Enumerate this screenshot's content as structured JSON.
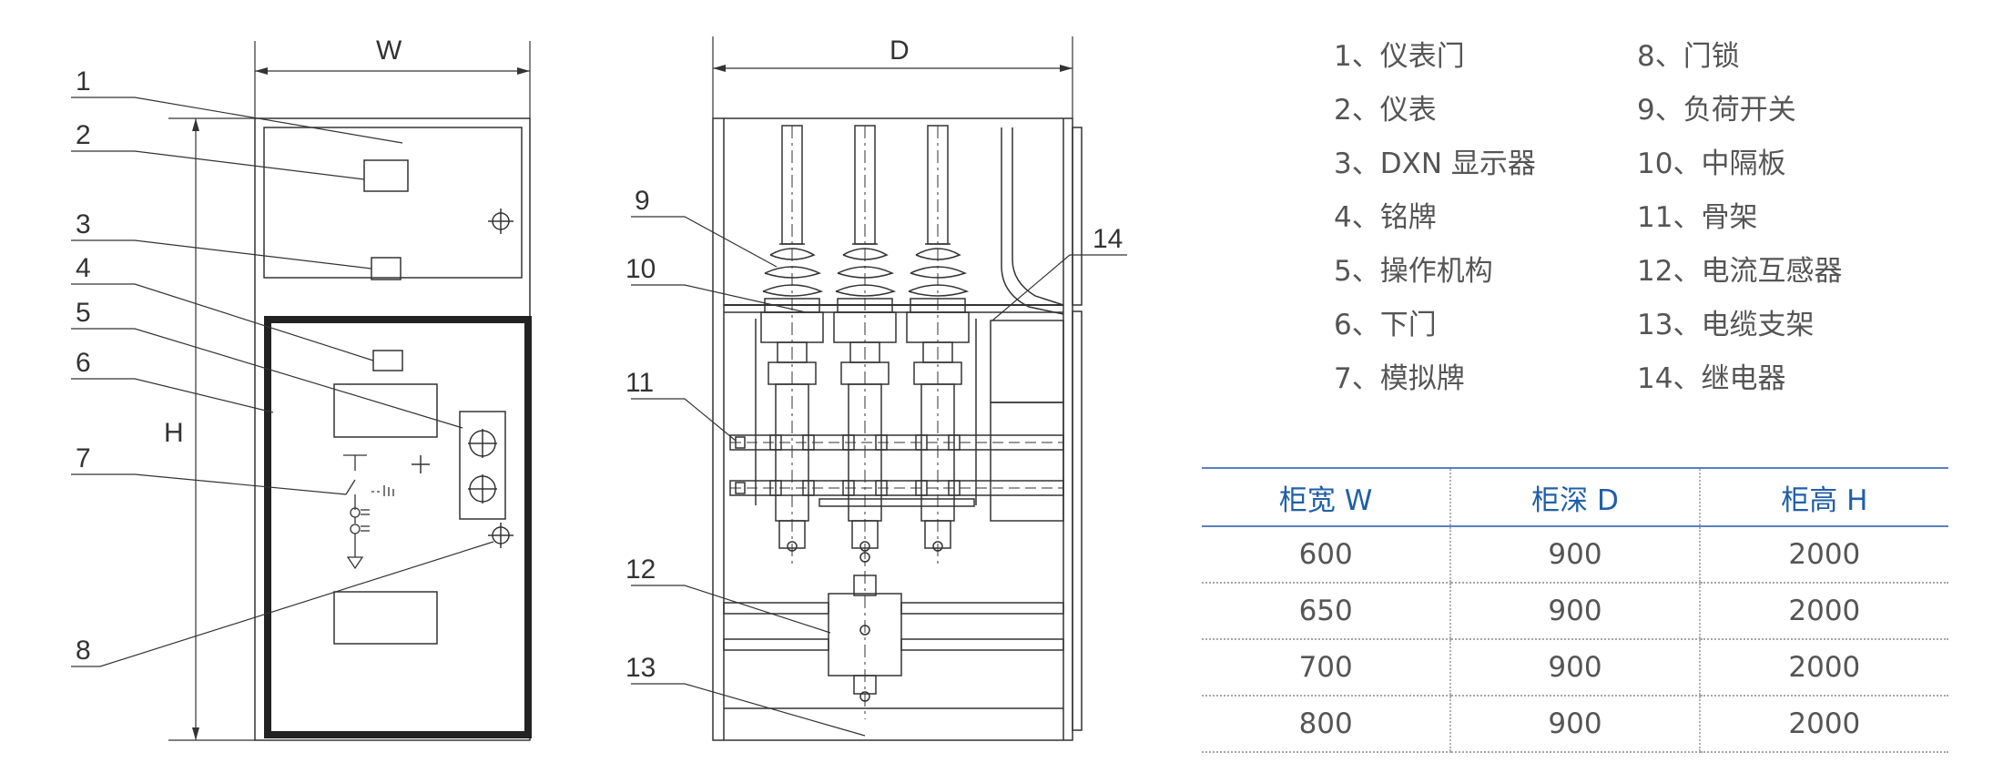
{
  "front_view": {
    "width_label": "W",
    "height_label": "H",
    "callouts": [
      "1",
      "2",
      "3",
      "4",
      "5",
      "6",
      "7",
      "8"
    ]
  },
  "side_view": {
    "depth_label": "D",
    "callouts": [
      "9",
      "10",
      "11",
      "12",
      "13",
      "14"
    ]
  },
  "legend": [
    "1、仪表门",
    "2、仪表",
    "3、DXN 显示器",
    "4、铭牌",
    "5、操作机构",
    "6、下门",
    "7、模拟牌",
    "8、门锁",
    "9、负荷开关",
    "10、中隔板",
    "11、骨架",
    "12、电流互感器",
    "13、电缆支架",
    "14、继电器"
  ],
  "table": {
    "headers": [
      "柜宽 W",
      "柜深 D",
      "柜高 H"
    ],
    "rows": [
      [
        "600",
        "900",
        "2000"
      ],
      [
        "650",
        "900",
        "2000"
      ],
      [
        "700",
        "900",
        "2000"
      ],
      [
        "800",
        "900",
        "2000"
      ]
    ]
  }
}
